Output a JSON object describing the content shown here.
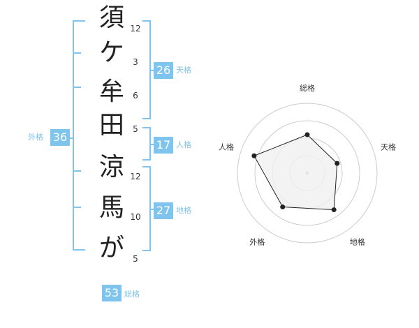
{
  "name_characters": [
    {
      "char": "須",
      "strokes": "12"
    },
    {
      "char": "ケ",
      "strokes": "3"
    },
    {
      "char": "牟",
      "strokes": "6"
    },
    {
      "char": "田",
      "strokes": "5"
    },
    {
      "char": "涼",
      "strokes": "12"
    },
    {
      "char": "馬",
      "strokes": "10"
    },
    {
      "char": "が",
      "strokes": "5"
    }
  ],
  "grades": {
    "tenkaku": {
      "value": "26",
      "label": "天格"
    },
    "jinkaku": {
      "value": "17",
      "label": "人格"
    },
    "chikaku": {
      "value": "27",
      "label": "地格"
    },
    "gaikaku": {
      "value": "36",
      "label": "外格"
    },
    "soukaku": {
      "value": "53",
      "label": "総格"
    }
  },
  "chart_data": {
    "type": "radar",
    "axes": [
      "総格",
      "天格",
      "地格",
      "外格",
      "人格"
    ],
    "values": [
      0.55,
      0.45,
      0.65,
      0.6,
      0.8
    ],
    "max": 1,
    "rings": 4,
    "colors": {
      "fill": "#f0f0f0",
      "stroke": "#222222",
      "ring": "#cccccc"
    }
  }
}
